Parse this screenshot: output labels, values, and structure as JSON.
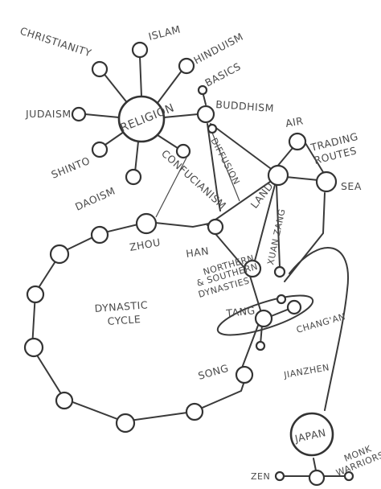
{
  "diagram": {
    "labels": {
      "christianity": "CHRISTIANITY",
      "islam": "ISLAM",
      "hinduism": "HINDUISM",
      "basics": "BASICS",
      "buddhism": "BUDDHISM",
      "judaism": "JUDAISM",
      "religion": "RELIGION",
      "shinto": "SHINTO",
      "confucianism": "CONFUCIANISM",
      "daoism": "DAOISM",
      "diffusion": "DIFFUSION",
      "air": "AIR",
      "trading_routes_1": "TRADING",
      "trading_routes_2": "ROUTES",
      "sea": "SEA",
      "land": "LAND",
      "zhou": "ZHOU",
      "han": "HAN",
      "xuanzang": "XUAN ZANG",
      "northern_southern_1": "NORTHERN",
      "northern_southern_2": "& SOUTHERN",
      "northern_southern_3": "DYNASTIES",
      "dynastic_cycle_1": "DYNASTIC",
      "dynastic_cycle_2": "CYCLE",
      "tang": "TANG",
      "changan": "CHANG'AN",
      "song": "SONG",
      "jianzhen": "JIANZHEN",
      "japan": "JAPAN",
      "zen": "ZEN",
      "monk_warriors_1": "MONK",
      "monk_warriors_2": "WARRIORS"
    }
  }
}
